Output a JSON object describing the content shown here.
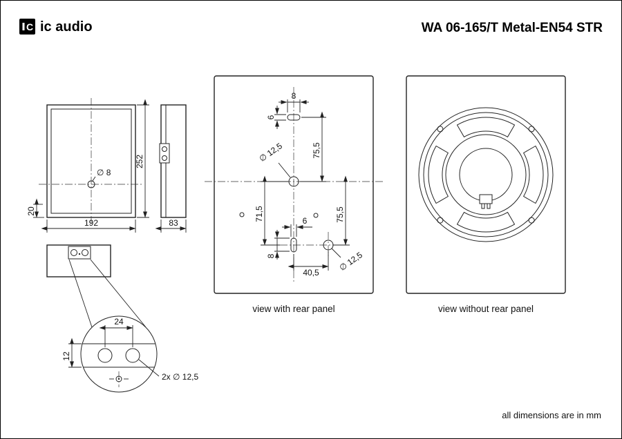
{
  "header": {
    "logo_glyph": "C",
    "logo_text": "ic audio",
    "title": "WA 06-165/T Metal-EN54 STR"
  },
  "front_view": {
    "dim_height": "252",
    "dim_width": "192",
    "dim_bottom": "20",
    "hole_label": "∅ 8"
  },
  "side_view": {
    "dim_depth": "83"
  },
  "terminal_detail": {
    "dim_spacing": "24",
    "dim_height": "12",
    "holes_label": "2x ∅ 12,5"
  },
  "rear_view": {
    "caption": "view with rear panel",
    "slot_top_width": "8",
    "slot_top_height": "6",
    "dim_top_right": "75,5",
    "hole_top_label": "∅ 12,5",
    "dim_left": "71,5",
    "slot_bottom_width": "6",
    "slot_bottom_height": "8",
    "dim_bottom_right": "75,5",
    "dim_bottom_span": "40,5",
    "hole_bottom_label": "∅ 12,5"
  },
  "speaker_view": {
    "caption": "view without rear panel"
  },
  "footer": {
    "note": "all dimensions are in mm"
  },
  "colors": {
    "line": "#222222",
    "background": "#ffffff"
  }
}
